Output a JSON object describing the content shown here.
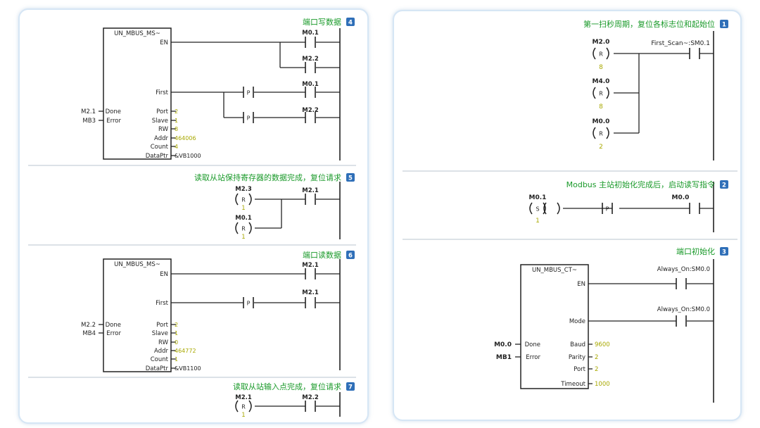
{
  "colors": {
    "title_green": "#1a9a2a",
    "param_olive": "#a8a800",
    "badge": "#2f6fb8",
    "line": "#222222",
    "divider": "#b9c4cf"
  },
  "right_panel": {
    "networks": [
      {
        "num": "1",
        "title": "第一扫秒周期，复位各标志位和起始位",
        "contact": "First_Scan~:SM0.1",
        "coils": [
          {
            "addr": "M2.0",
            "type": "R",
            "n": "8"
          },
          {
            "addr": "M4.0",
            "type": "R",
            "n": "8"
          },
          {
            "addr": "M0.0",
            "type": "R",
            "n": "2"
          }
        ]
      },
      {
        "num": "2",
        "title": "Modbus 主站初始化完成后，启动读写指令",
        "contact": "M0.0",
        "p_label": "P",
        "coil": {
          "addr": "M0.1",
          "type": "S",
          "n": "1"
        }
      },
      {
        "num": "3",
        "title": "端口初始化",
        "block_name": "UN_MBUS_CT~",
        "contact1": "Always_On:SM0.0",
        "contact2": "Always_On:SM0.0",
        "pins_in": [
          {
            "pin": "EN"
          },
          {
            "pin": "Mode"
          },
          {
            "pin": "Baud",
            "val": "9600"
          },
          {
            "pin": "Parity",
            "val": "2"
          },
          {
            "pin": "Port",
            "val": "2"
          },
          {
            "pin": "Timeout",
            "val": "1000"
          }
        ],
        "pins_out": [
          {
            "pin": "Done",
            "val": "M0.0"
          },
          {
            "pin": "Error",
            "val": "MB1"
          }
        ]
      }
    ]
  },
  "left_panel": {
    "networks": [
      {
        "num": "4",
        "title": "端口写数据",
        "block_name": "UN_MBUS_MS~",
        "contacts": [
          "M0.1",
          "M2.2",
          "M0.1",
          "M2.2"
        ],
        "p_label": "P",
        "pins_in": [
          {
            "pin": "EN"
          },
          {
            "pin": "First"
          },
          {
            "pin": "Port",
            "val": "2"
          },
          {
            "pin": "Slave",
            "val": "1"
          },
          {
            "pin": "RW",
            "val": "8"
          },
          {
            "pin": "Addr",
            "val": "464006"
          },
          {
            "pin": "Count",
            "val": "4"
          },
          {
            "pin": "DataPtr",
            "val": "&VB1000"
          }
        ],
        "pins_out": [
          {
            "pin": "Done",
            "val": "M2.1"
          },
          {
            "pin": "Error",
            "val": "MB3"
          }
        ]
      },
      {
        "num": "5",
        "title": "读取从站保持寄存器的数据完成，复位请求",
        "contact": "M2.1",
        "coils": [
          {
            "addr": "M2.3",
            "type": "R",
            "n": "1"
          },
          {
            "addr": "M0.1",
            "type": "R",
            "n": "1"
          }
        ]
      },
      {
        "num": "6",
        "title": "端口读数据",
        "block_name": "UN_MBUS_MS~",
        "contacts": [
          "M2.1",
          "M2.1"
        ],
        "p_label": "P",
        "pins_in": [
          {
            "pin": "EN"
          },
          {
            "pin": "First"
          },
          {
            "pin": "Port",
            "val": "2"
          },
          {
            "pin": "Slave",
            "val": "1"
          },
          {
            "pin": "RW",
            "val": "0"
          },
          {
            "pin": "Addr",
            "val": "464772"
          },
          {
            "pin": "Count",
            "val": "1"
          },
          {
            "pin": "DataPtr",
            "val": "&VB1100"
          }
        ],
        "pins_out": [
          {
            "pin": "Done",
            "val": "M2.2"
          },
          {
            "pin": "Error",
            "val": "MB4"
          }
        ]
      },
      {
        "num": "7",
        "title": "读取从站输入点完成，复位请求",
        "contact": "M2.2",
        "coil": {
          "addr": "M2.1",
          "type": "R",
          "n": "1"
        }
      }
    ]
  }
}
